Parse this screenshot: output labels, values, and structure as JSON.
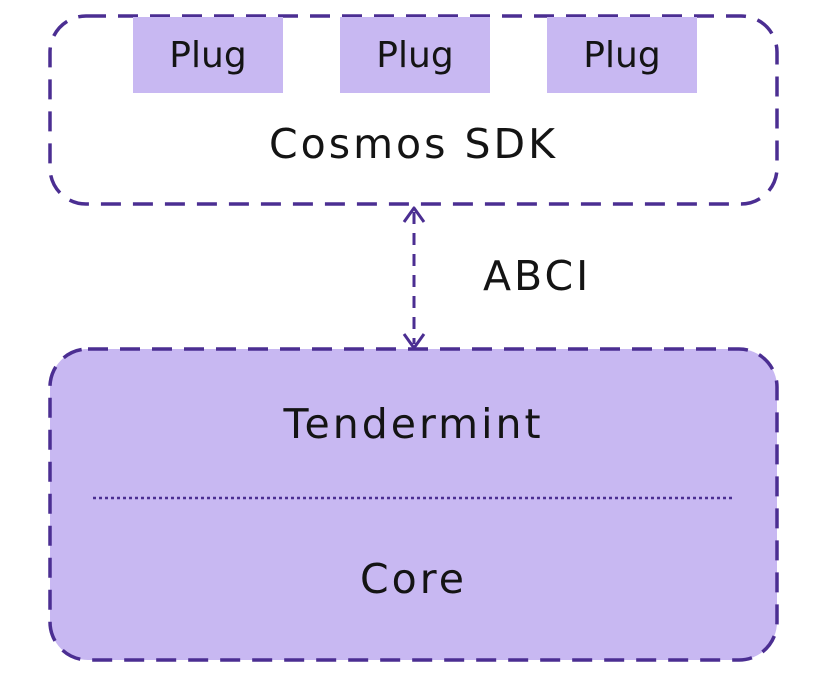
{
  "diagram": {
    "sdk_box": {
      "label": "Cosmos SDK",
      "plugs": [
        "Plug",
        "Plug",
        "Plug"
      ]
    },
    "connector": {
      "label": "ABCI"
    },
    "tendermint_box": {
      "top_label": "Tendermint",
      "bottom_label": "Core"
    },
    "colors": {
      "border": "#4b2e92",
      "fill": "#c8b8f2",
      "text": "#141414",
      "background": "#ffffff"
    }
  }
}
